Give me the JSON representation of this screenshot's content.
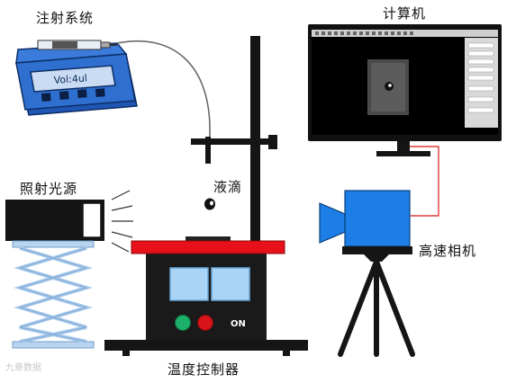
{
  "labels": {
    "injection_system": "注射系统",
    "computer": "计算机",
    "light_source": "照射光源",
    "droplet": "液滴",
    "high_speed_camera": "高速相机",
    "temperature_controller": "温度控制器"
  },
  "pump_display": "Vol:4ul",
  "controller_switch": "ON",
  "watermark": "九章数据",
  "colors": {
    "pump_body": "#2f6fd0",
    "heating_plate": "#e8101a",
    "camera_body": "#1c7ee6",
    "controller_body": "#1a1a1a",
    "screen_panel": "#a9d4f5",
    "green_button": "#1db06a",
    "red_button": "#d8141b",
    "cable": "#e03a3a",
    "lift_stand": "#a9c9ea"
  },
  "icons": [
    "syringe-pump-icon",
    "monitor-icon",
    "light-source-icon",
    "camera-icon",
    "tripod-icon",
    "lift-stand-icon",
    "retort-stand-icon",
    "droplet-icon"
  ]
}
